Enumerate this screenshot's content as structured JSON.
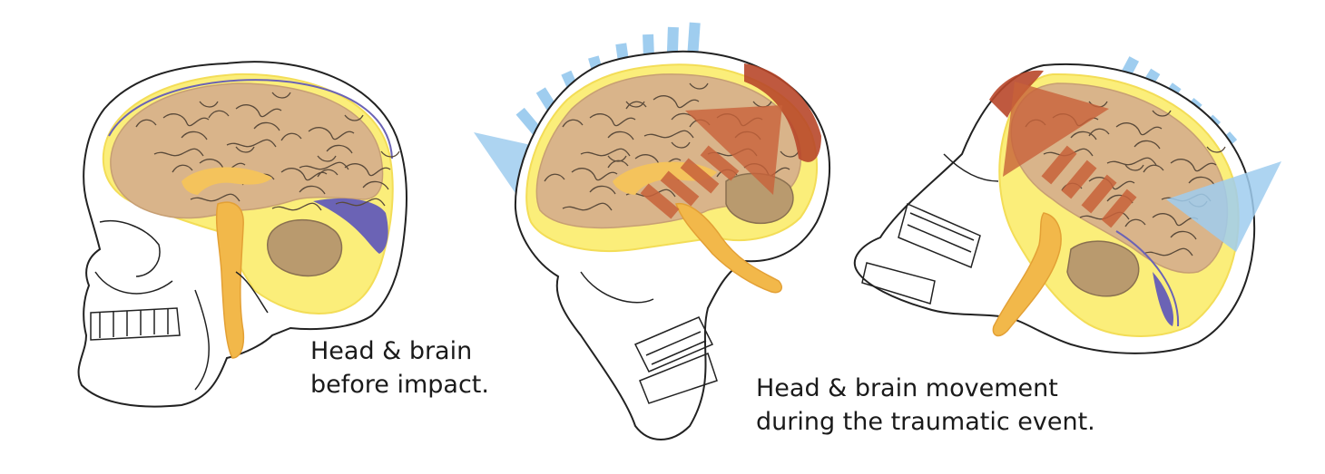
{
  "captions": {
    "before_line1": "Head & brain",
    "before_line2": "before impact.",
    "during_line1": "Head & brain movement",
    "during_line2": "during the traumatic event."
  },
  "colors": {
    "brain": "#d9b48a",
    "csf": "#fbee7a",
    "corpus_callosum": "#f4c35c",
    "brainstem": "#f2b84a",
    "cerebellum": "#b99a6e",
    "venous_sinus": "#6b63b5",
    "bruise": "#b8472a",
    "force_arrow": "#c8623a",
    "impact_wedge": "#9fcdef",
    "outline": "#222222",
    "sulci": "#555555"
  },
  "icons": {
    "before": "head-before-impact-icon",
    "during_front": "head-front-impact-icon",
    "during_back": "head-rebound-impact-icon"
  }
}
